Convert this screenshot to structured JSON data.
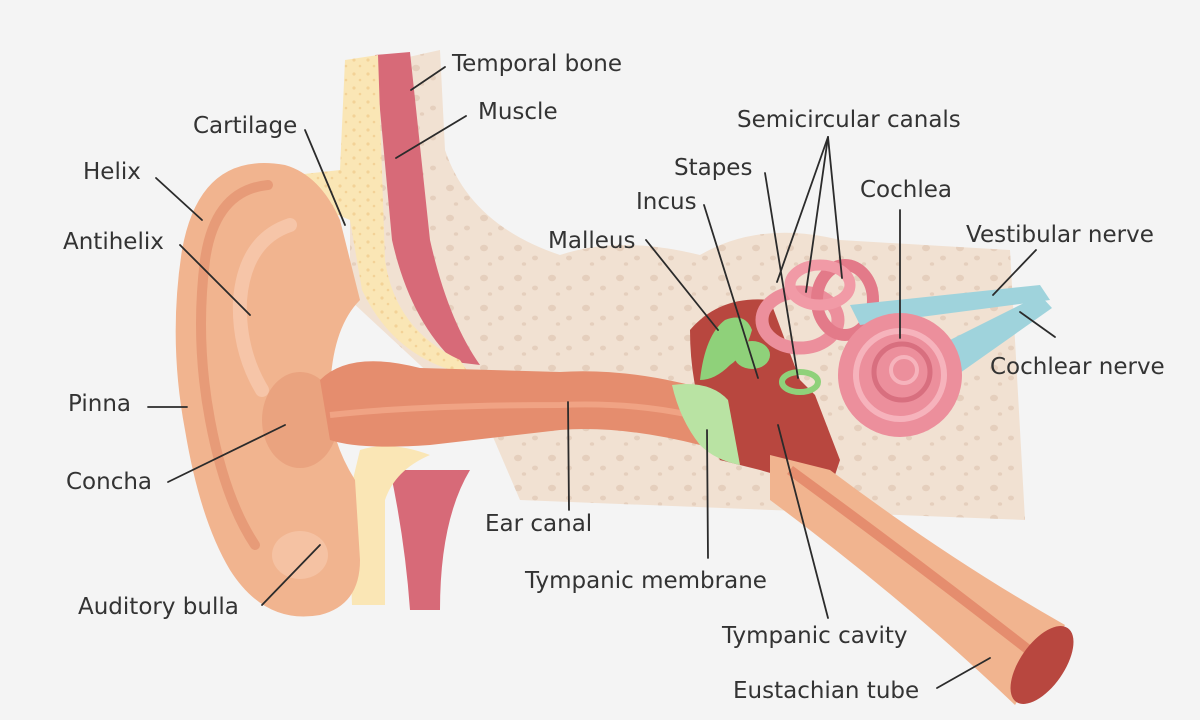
{
  "labels": {
    "temporal_bone": "Temporal bone",
    "muscle": "Muscle",
    "cartilage": "Cartilage",
    "helix": "Helix",
    "antihelix": "Antihelix",
    "pinna": "Pinna",
    "concha": "Concha",
    "auditory_bulla": "Auditory bulla",
    "ear_canal": "Ear canal",
    "tympanic_membrane": "Tympanic membrane",
    "tympanic_cavity": "Tympanic cavity",
    "eustachian_tube": "Eustachian tube",
    "malleus": "Malleus",
    "incus": "Incus",
    "stapes": "Stapes",
    "semicircular_canals": "Semicircular canals",
    "cochlea": "Cochlea",
    "vestibular_nerve": "Vestibular nerve",
    "cochlear_nerve": "Cochlear nerve"
  },
  "colors": {
    "background": "#f4f4f4",
    "bone": "#f1e1d2",
    "bone_holes": "#e5cfbd",
    "skin": "#f1b48f",
    "skin_shadow": "#e79b78",
    "cartilage": "#fae6b5",
    "muscle": "#d76a78",
    "canal": "#e58d6e",
    "cavity": "#b8473f",
    "membrane": "#b9e3a3",
    "ossicle": "#8fd17a",
    "inner_ear": "#ec8f9c",
    "nerve": "#9fd3dc",
    "label_text": "#333333",
    "leader_line": "#2b2b2b"
  }
}
